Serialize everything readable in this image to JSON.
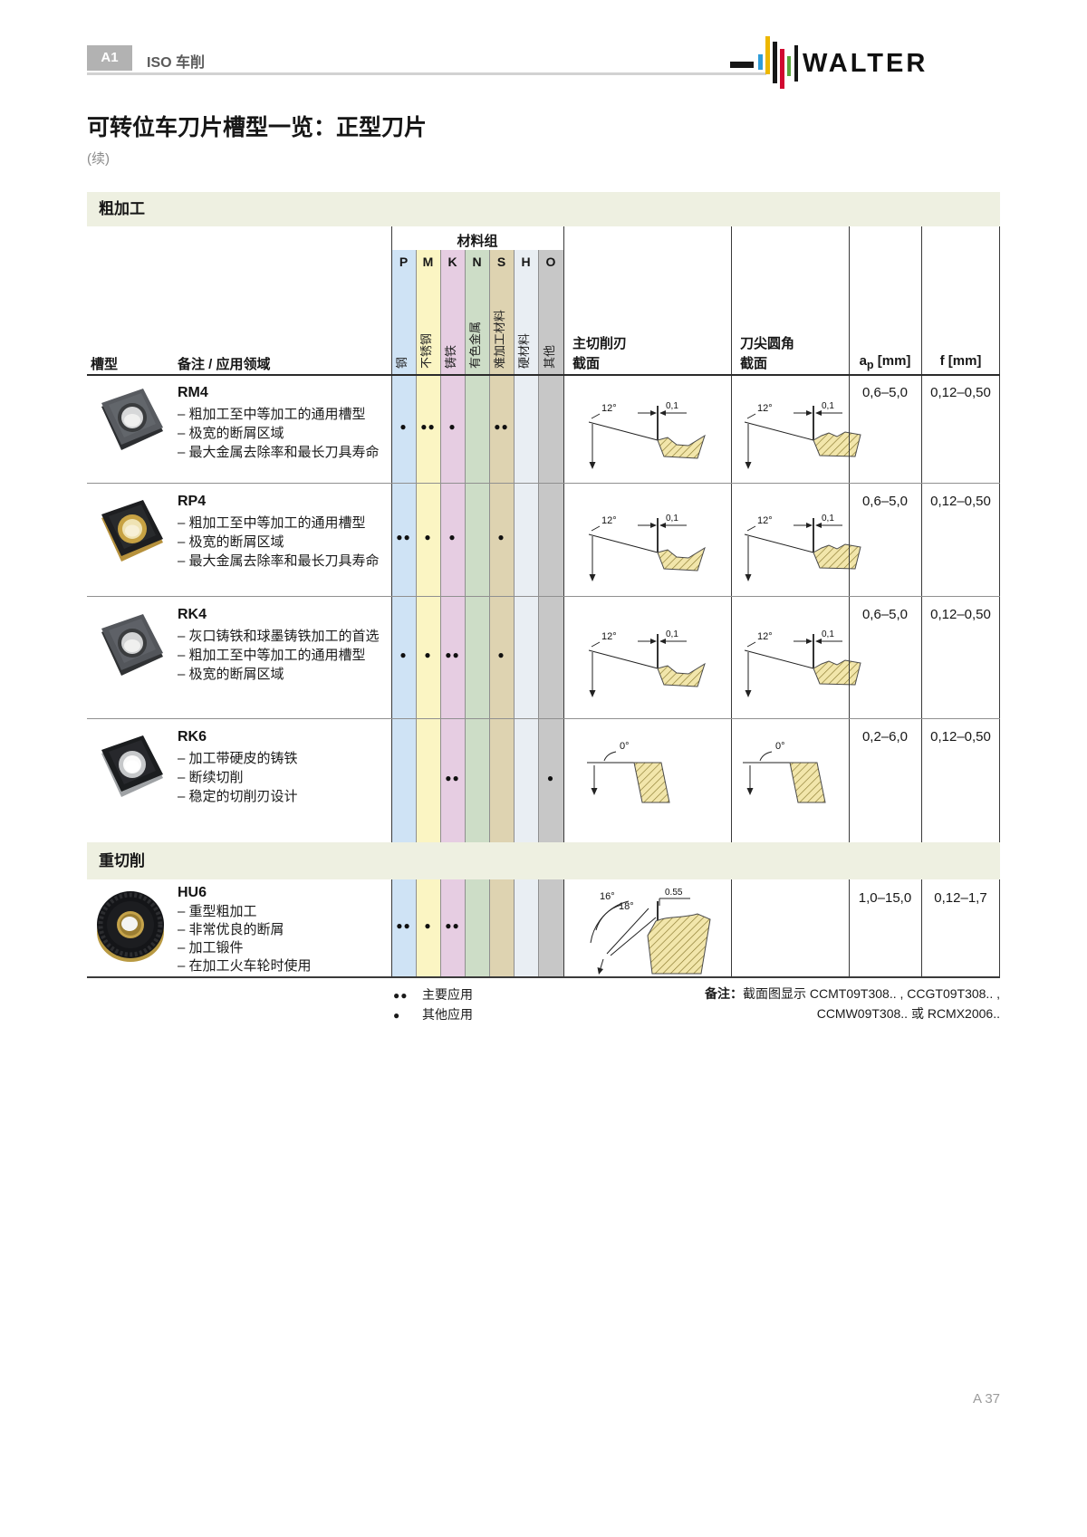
{
  "page": {
    "badge": "A1",
    "header_title": "ISO 车削",
    "brand": "WALTER",
    "brand_colors": [
      "#2f9cd8",
      "#edb700",
      "#161616",
      "#d10930",
      "#5aa53c"
    ],
    "badge_color": "#b2b2b2",
    "band_color": "#eef0e1",
    "title": "可转位车刀片槽型一览：正型刀片",
    "subtitle": "(续)",
    "page_number": "A 37"
  },
  "sections": {
    "roughing": "粗加工",
    "heavy": "重切削"
  },
  "table": {
    "material_group_label": "材料组",
    "col_groove": "槽型",
    "col_notes": "备注 / 应用领域",
    "col_main_edge_line1": "主切削刃",
    "col_main_edge_line2": "截面",
    "col_nose_line1": "刀尖圆角",
    "col_nose_line2": "截面",
    "col_ap_base": "a",
    "col_ap_sub": "p",
    "col_ap_unit": "[mm]",
    "col_f": "f [mm]",
    "materials": [
      {
        "code": "P",
        "name": "钢",
        "color": "#cfe3f5"
      },
      {
        "code": "M",
        "name": "不锈钢",
        "color": "#fbf5c3"
      },
      {
        "code": "K",
        "name": "铸铁",
        "color": "#e6cde2"
      },
      {
        "code": "N",
        "name": "有色金属",
        "color": "#cdddc7"
      },
      {
        "code": "S",
        "name": "难加工材料",
        "color": "#ded3b1"
      },
      {
        "code": "H",
        "name": "硬材料",
        "color": "#e9eef3"
      },
      {
        "code": "O",
        "name": "其他",
        "color": "#c7c7c7"
      }
    ],
    "rows": [
      {
        "name": "RM4",
        "bullets": [
          "– 粗加工至中等加工的通用槽型",
          "– 极宽的断屑区域",
          "– 最大金属去除率和最长刀具寿命"
        ],
        "dots": {
          "P": 1,
          "M": 2,
          "K": 1,
          "N": 0,
          "S": 2,
          "H": 0,
          "O": 0
        },
        "ap": "0,6–5,0",
        "f": "0,12–0,50",
        "diagram": {
          "angle": "12°",
          "land": "0,1"
        }
      },
      {
        "name": "RP4",
        "bullets": [
          "– 粗加工至中等加工的通用槽型",
          "– 极宽的断屑区域",
          "– 最大金属去除率和最长刀具寿命"
        ],
        "dots": {
          "P": 2,
          "M": 1,
          "K": 1,
          "N": 0,
          "S": 1,
          "H": 0,
          "O": 0
        },
        "ap": "0,6–5,0",
        "f": "0,12–0,50",
        "diagram": {
          "angle": "12°",
          "land": "0,1"
        }
      },
      {
        "name": "RK4",
        "bullets": [
          "– 灰口铸铁和球墨铸铁加工的首选",
          "– 粗加工至中等加工的通用槽型",
          "– 极宽的断屑区域"
        ],
        "dots": {
          "P": 1,
          "M": 1,
          "K": 2,
          "N": 0,
          "S": 1,
          "H": 0,
          "O": 0
        },
        "ap": "0,6–5,0",
        "f": "0,12–0,50",
        "diagram": {
          "angle": "12°",
          "land": "0,1"
        }
      },
      {
        "name": "RK6",
        "bullets": [
          "– 加工带硬皮的铸铁",
          "– 断续切削",
          "– 稳定的切削刃设计"
        ],
        "dots": {
          "P": 0,
          "M": 0,
          "K": 2,
          "N": 0,
          "S": 0,
          "H": 0,
          "O": 1
        },
        "ap": "0,2–6,0",
        "f": "0,12–0,50",
        "diagram": {
          "angle": "0°"
        }
      },
      {
        "name": "HU6",
        "bullets": [
          "– 重型粗加工",
          "– 非常优良的断屑",
          "– 加工锻件",
          "– 在加工火车轮时使用"
        ],
        "dots": {
          "P": 2,
          "M": 1,
          "K": 2,
          "N": 0,
          "S": 0,
          "H": 0,
          "O": 0
        },
        "ap": "1,0–15,0",
        "f": "0,12–1,7",
        "diagram": {
          "angle1": "16°",
          "angle2": "18°",
          "width": "0.55"
        }
      }
    ]
  },
  "legend": {
    "primary_dots": 2,
    "primary": "主要应用",
    "secondary_dots": 1,
    "secondary": "其他应用"
  },
  "footnote": {
    "label": "备注：",
    "line1": "截面图显示 CCMT09T308.. ,  CCGT09T308.. ,",
    "line2": "CCMW09T308.. 或 RCMX2006.."
  }
}
